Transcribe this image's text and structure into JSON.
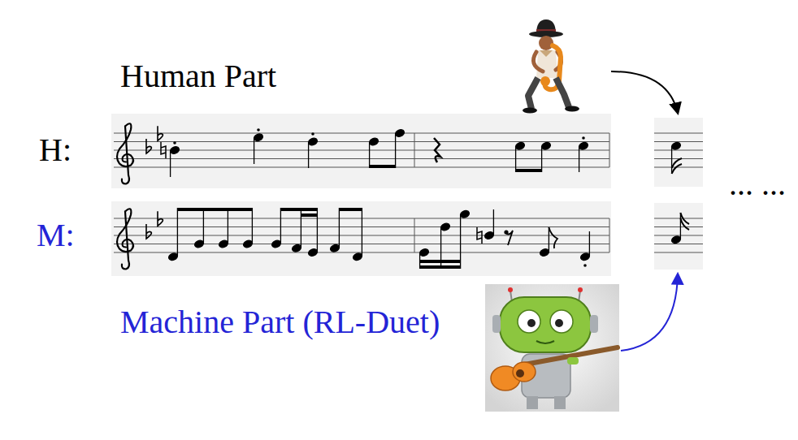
{
  "diagram": {
    "labels": [
      "Human Part",
      "H:",
      "M:",
      "... ...",
      "Machine Part (RL-Duet)"
    ]
  }
}
